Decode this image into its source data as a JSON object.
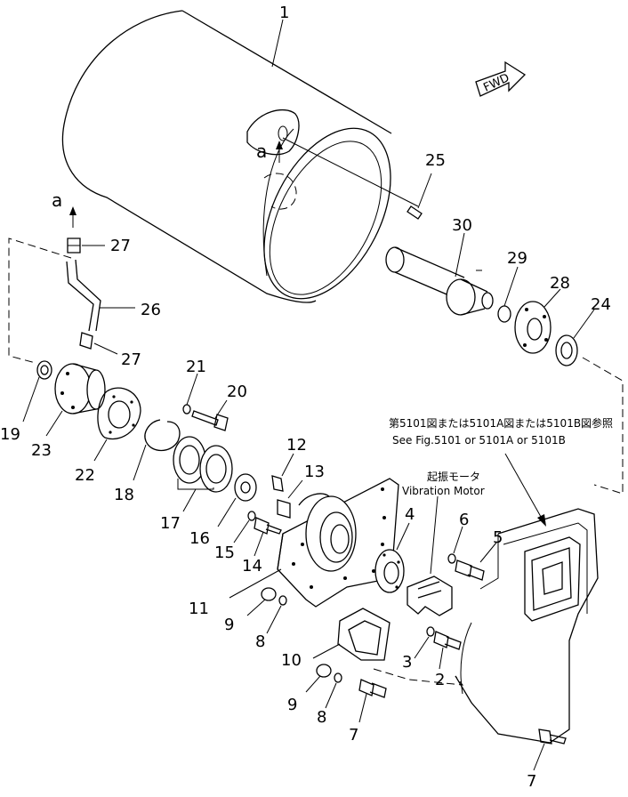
{
  "diagram": {
    "direction_tag": "FWD",
    "detail_marker": "a",
    "note_see_figure_jp": "第5101図または5101A図または5101B図参照",
    "note_see_figure_en": "See Fig.5101 or 5101A or 5101B",
    "motor_label_jp": "起振モータ",
    "motor_label_en": "Vibration Motor",
    "callouts": [
      {
        "id": "c1",
        "text": "1"
      },
      {
        "id": "c2",
        "text": "2"
      },
      {
        "id": "c3",
        "text": "3"
      },
      {
        "id": "c4",
        "text": "4"
      },
      {
        "id": "c5",
        "text": "5"
      },
      {
        "id": "c6",
        "text": "6"
      },
      {
        "id": "c7a",
        "text": "7"
      },
      {
        "id": "c7b",
        "text": "7"
      },
      {
        "id": "c8a",
        "text": "8"
      },
      {
        "id": "c8b",
        "text": "8"
      },
      {
        "id": "c9a",
        "text": "9"
      },
      {
        "id": "c9b",
        "text": "9"
      },
      {
        "id": "c10",
        "text": "10"
      },
      {
        "id": "c11",
        "text": "11"
      },
      {
        "id": "c12",
        "text": "12"
      },
      {
        "id": "c13",
        "text": "13"
      },
      {
        "id": "c14",
        "text": "14"
      },
      {
        "id": "c15",
        "text": "15"
      },
      {
        "id": "c16",
        "text": "16"
      },
      {
        "id": "c17",
        "text": "17"
      },
      {
        "id": "c18",
        "text": "18"
      },
      {
        "id": "c19",
        "text": "19"
      },
      {
        "id": "c20",
        "text": "20"
      },
      {
        "id": "c21",
        "text": "21"
      },
      {
        "id": "c22",
        "text": "22"
      },
      {
        "id": "c23",
        "text": "23"
      },
      {
        "id": "c24",
        "text": "24"
      },
      {
        "id": "c25",
        "text": "25"
      },
      {
        "id": "c26",
        "text": "26"
      },
      {
        "id": "c27a",
        "text": "27"
      },
      {
        "id": "c27b",
        "text": "27"
      },
      {
        "id": "c28",
        "text": "28"
      },
      {
        "id": "c29",
        "text": "29"
      },
      {
        "id": "c30",
        "text": "30"
      }
    ]
  }
}
